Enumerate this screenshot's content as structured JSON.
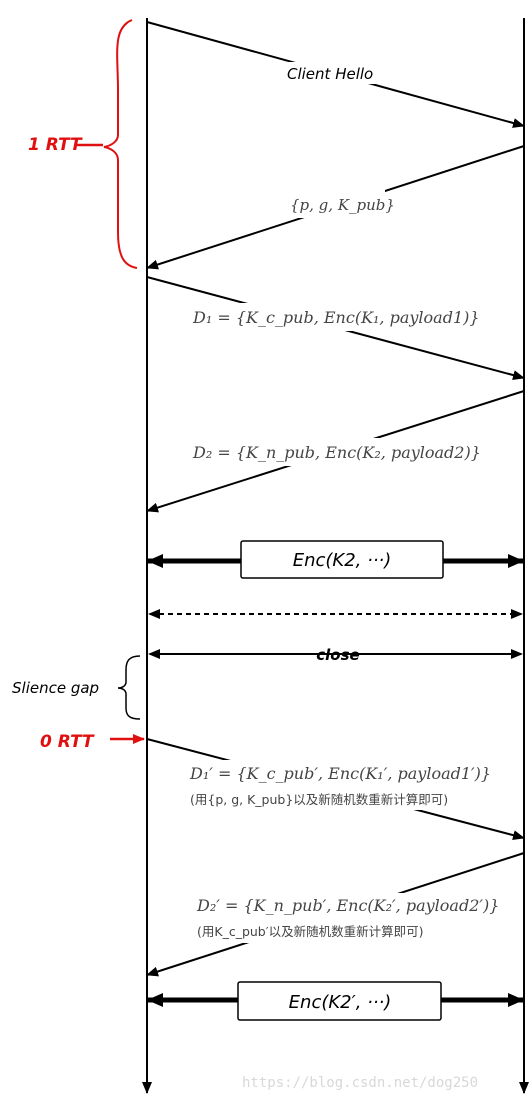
{
  "annotations": {
    "one_rtt": "1 RTT",
    "silence_gap": "Slience gap",
    "zero_rtt": "0 RTT"
  },
  "messages": {
    "client_hello": "Client Hello",
    "server_params": "{p, g, K_pub}",
    "d1": "D₁ = {K_c_pub, Enc(K₁, payload1)}",
    "d2": "D₂ = {K_n_pub, Enc(K₂, payload2)}",
    "enc_k2": "Enc(K2, ···)",
    "close": "close",
    "d1_prime": "D₁′ = {K_c_pub′, Enc(K₁′, payload1′)}",
    "d1_prime_note": "(用{p, g, K_pub}以及新随机数重新计算即可)",
    "d2_prime": "D₂′ = {K_n_pub′, Enc(K₂′, payload2′)}",
    "d2_prime_note": "(用K_c_pub′以及新随机数重新计算即可)",
    "enc_k2_prime": "Enc(K2′, ···)"
  },
  "watermark": "https://blog.csdn.net/dog250",
  "colors": {
    "line": "#000000",
    "annotation": "#e01010",
    "math_text": "#444444",
    "watermark": "#d8d8d8"
  }
}
